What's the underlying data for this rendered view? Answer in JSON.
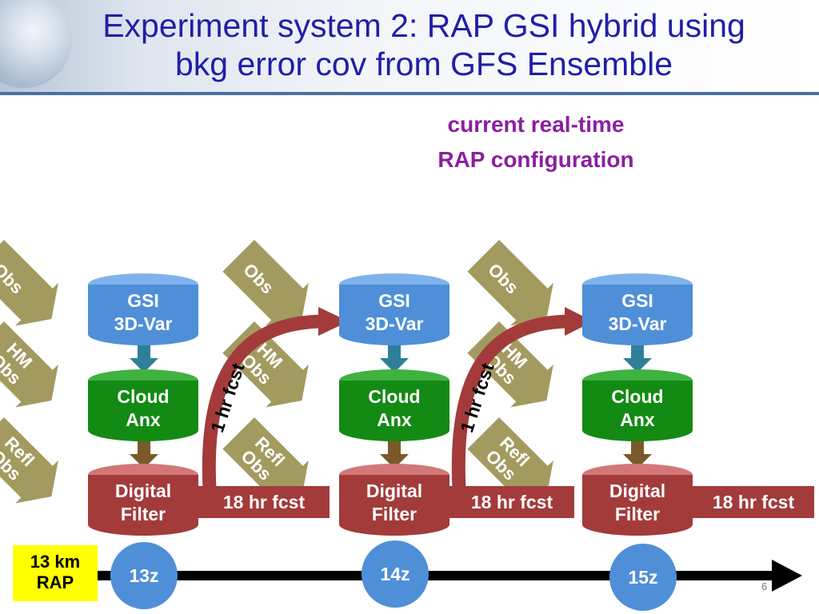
{
  "title": {
    "line1": "Experiment system 2: RAP GSI hybrid using",
    "line2": "bkg error cov from GFS Ensemble"
  },
  "subtitle": {
    "line1": "current real-time",
    "line2": "RAP configuration"
  },
  "obs_labels": {
    "obs": "Obs",
    "hm_line1": "HM",
    "hm_line2": "Obs",
    "refl_line1": "Refl",
    "refl_line2": "Obs"
  },
  "cycles": [
    {
      "gsi_line1": "GSI",
      "gsi_line2": "3D-Var",
      "cloud_line1": "Cloud",
      "cloud_line2": "Anx",
      "filter_line1": "Digital",
      "filter_line2": "Filter",
      "fcst": "18 hr fcst",
      "hour": "13z"
    },
    {
      "gsi_line1": "GSI",
      "gsi_line2": "3D-Var",
      "cloud_line1": "Cloud",
      "cloud_line2": "Anx",
      "filter_line1": "Digital",
      "filter_line2": "Filter",
      "fcst": "18 hr fcst",
      "hour": "14z"
    },
    {
      "gsi_line1": "GSI",
      "gsi_line2": "3D-Var",
      "cloud_line1": "Cloud",
      "cloud_line2": "Anx",
      "filter_line1": "Digital",
      "filter_line2": "Filter",
      "fcst": "18 hr fcst",
      "hour": "15z"
    }
  ],
  "one_hr_fcst": "1 hr fcst",
  "rap_box": {
    "line1": "13 km",
    "line2": "RAP"
  },
  "page_number": "6",
  "colors": {
    "title": "#1f1fa8",
    "subtitle": "#8b1fa0",
    "gsi": "#4f8fd8",
    "cloud": "#138a13",
    "filter": "#a33b3b",
    "obs_arrow": "#a39a60",
    "rap_box": "#ffff00"
  }
}
